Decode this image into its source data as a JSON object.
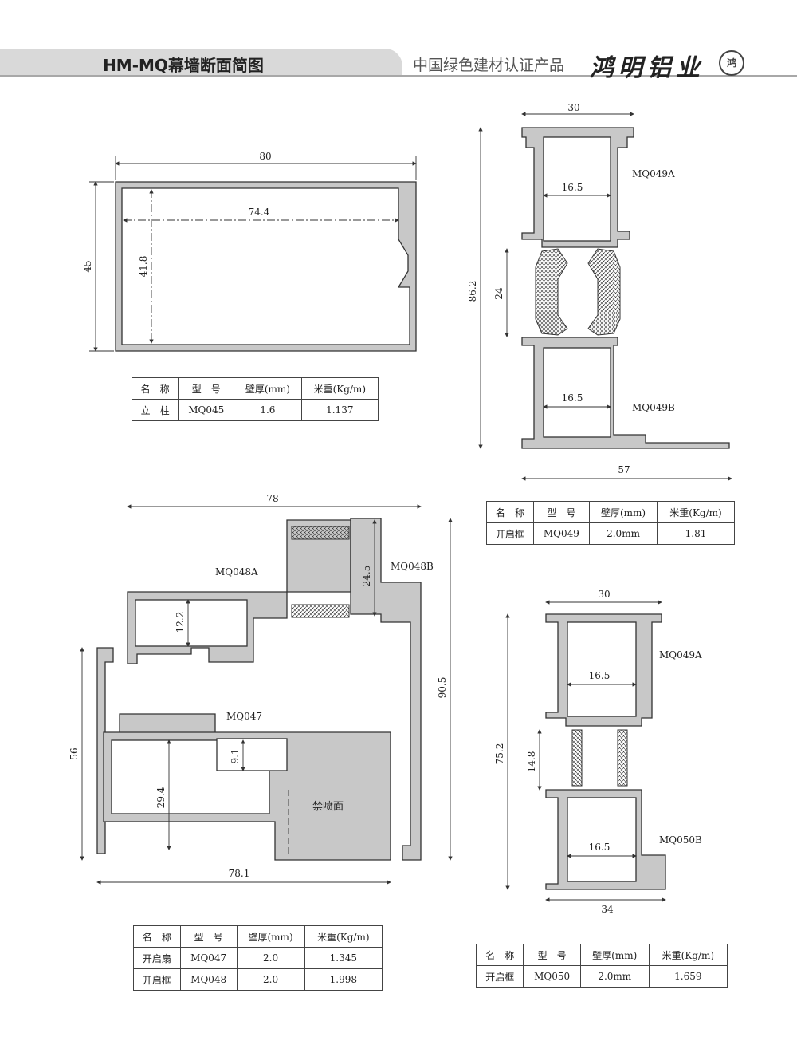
{
  "header": {
    "title": "HM-MQ幕墙断面简图",
    "slogan": "中国绿色建材认证产品",
    "brand": "鸿明铝业",
    "seal": "鸿"
  },
  "drawing1": {
    "dims": {
      "width": "80",
      "inner_width": "74.4",
      "height": "45",
      "inner_height": "41.8"
    }
  },
  "drawing2": {
    "labels": {
      "top": "MQ049A",
      "bottom": "MQ049B"
    },
    "dims": {
      "top": "30",
      "inner_top": "16.5",
      "inner_bottom": "16.5",
      "height": "86.2",
      "gap": "24",
      "bottom": "57"
    }
  },
  "drawing3": {
    "labels": {
      "a": "MQ048A",
      "b": "MQ048B",
      "c": "MQ047",
      "no_spray": "禁喷面"
    },
    "dims": {
      "top": "78",
      "d245": "24.5",
      "d122": "12.2",
      "d905": "90.5",
      "d56": "56",
      "d91": "9.1",
      "d294": "29.4",
      "bottom": "78.1"
    }
  },
  "drawing4": {
    "labels": {
      "top": "MQ049A",
      "bottom": "MQ050B"
    },
    "dims": {
      "top": "30",
      "inner_top": "16.5",
      "inner_bottom": "16.5",
      "height": "75.2",
      "gap": "14.8",
      "bottom": "34"
    }
  },
  "tables": [
    {
      "headers": [
        "名　称",
        "型　号",
        "壁厚(mm)",
        "米重(Kg/m)"
      ],
      "rows": [
        [
          "立　柱",
          "MQ045",
          "1.6",
          "1.137"
        ]
      ]
    },
    {
      "headers": [
        "名　称",
        "型　号",
        "壁厚(mm)",
        "米重(Kg/m)"
      ],
      "rows": [
        [
          "开启框",
          "MQ049",
          "2.0mm",
          "1.81"
        ]
      ]
    },
    {
      "headers": [
        "名　称",
        "型　号",
        "壁厚(mm)",
        "米重(Kg/m)"
      ],
      "rows": [
        [
          "开启扇",
          "MQ047",
          "2.0",
          "1.345"
        ],
        [
          "开启框",
          "MQ048",
          "2.0",
          "1.998"
        ]
      ]
    },
    {
      "headers": [
        "名　称",
        "型　号",
        "壁厚(mm)",
        "米重(Kg/m)"
      ],
      "rows": [
        [
          "开启框",
          "MQ050",
          "2.0mm",
          "1.659"
        ]
      ]
    }
  ]
}
